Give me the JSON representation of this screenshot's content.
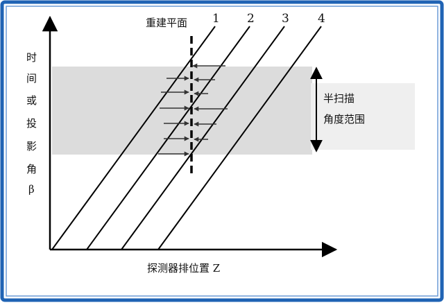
{
  "diagram": {
    "reconstruction_plane_label": "重建平面",
    "y_axis_label_chars": [
      "时",
      "间",
      "或",
      "投",
      "影",
      "角",
      "β"
    ],
    "x_axis_label": "探测器排位置 Z",
    "detector_row_labels": [
      "1",
      "2",
      "3",
      "4"
    ],
    "half_scan_label_lines": [
      "半扫描",
      "角度范围"
    ]
  },
  "colors": {
    "frame_blue": "#1f63b4",
    "shade_gray": "#dcdcdc",
    "line_black": "#000000",
    "arrow_gray": "#555555"
  }
}
